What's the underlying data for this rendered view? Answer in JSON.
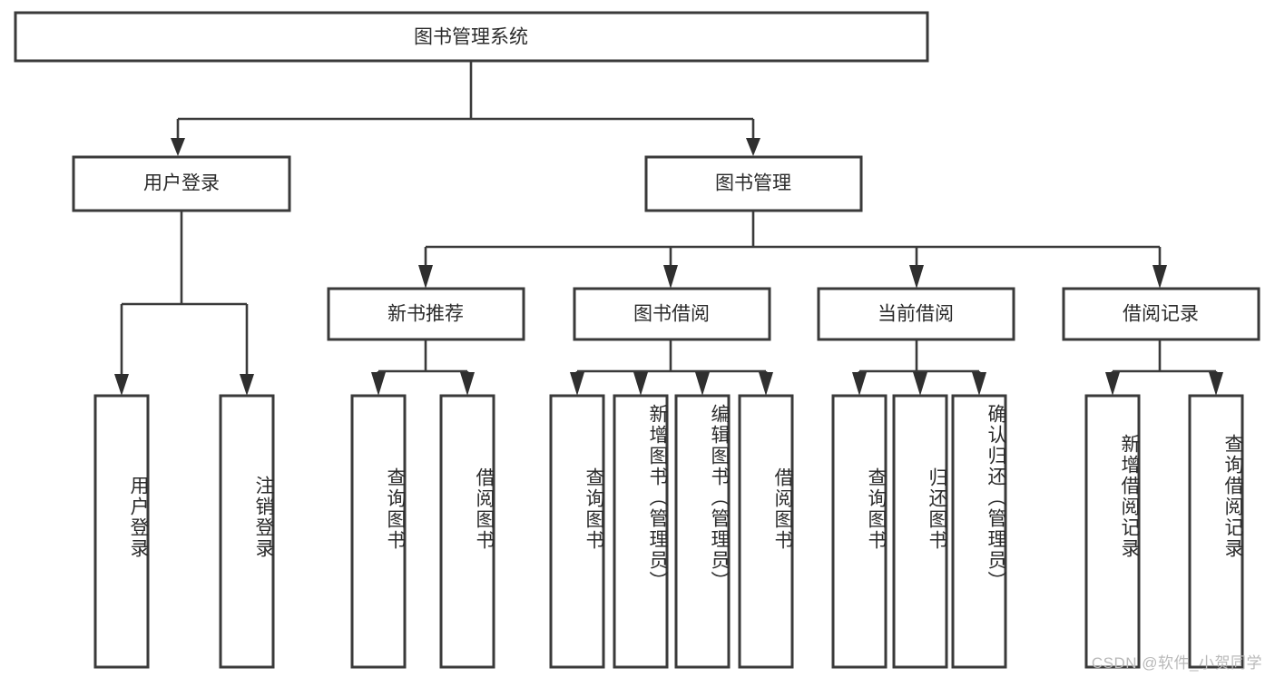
{
  "diagram": {
    "title": "图书管理系统",
    "type": "tree",
    "orientation": "top-down",
    "colors": {
      "background": "#ffffff",
      "box_stroke": "#3a3a3a",
      "box_fill": "#ffffff",
      "connector": "#3a3a3a",
      "text": "#2b2b2b",
      "watermark": "#b9b9b9"
    },
    "levels": {
      "root": {
        "label": "图书管理系统",
        "text_orientation": "horizontal"
      },
      "level1": [
        {
          "id": "user-login",
          "label": "用户登录",
          "text_orientation": "horizontal"
        },
        {
          "id": "book-management",
          "label": "图书管理",
          "text_orientation": "horizontal"
        }
      ],
      "level2": [
        {
          "id": "new-book-recommend",
          "label": "新书推荐",
          "text_orientation": "horizontal",
          "parent": "book-management"
        },
        {
          "id": "book-borrow",
          "label": "图书借阅",
          "text_orientation": "horizontal",
          "parent": "book-management"
        },
        {
          "id": "current-borrow",
          "label": "当前借阅",
          "text_orientation": "horizontal",
          "parent": "book-management"
        },
        {
          "id": "borrow-record",
          "label": "借阅记录",
          "text_orientation": "horizontal",
          "parent": "book-management"
        }
      ],
      "leaves": [
        {
          "id": "leaf-user-login",
          "label": "用户登录",
          "parent": "user-login",
          "text_orientation": "vertical"
        },
        {
          "id": "leaf-logout-login",
          "label": "注销登录",
          "parent": "user-login",
          "text_orientation": "vertical"
        },
        {
          "id": "leaf-query-books-1",
          "label": "查询图书",
          "parent": "new-book-recommend",
          "text_orientation": "vertical"
        },
        {
          "id": "leaf-borrow-books-1",
          "label": "借阅图书",
          "parent": "new-book-recommend",
          "text_orientation": "vertical"
        },
        {
          "id": "leaf-query-books-2",
          "label": "查询图书",
          "parent": "book-borrow",
          "text_orientation": "vertical"
        },
        {
          "id": "leaf-add-book-admin",
          "label": "新增图书（管理员）",
          "parent": "book-borrow",
          "text_orientation": "vertical"
        },
        {
          "id": "leaf-edit-book-admin",
          "label": "编辑图书（管理员）",
          "parent": "book-borrow",
          "text_orientation": "vertical"
        },
        {
          "id": "leaf-borrow-books-2",
          "label": "借阅图书",
          "parent": "book-borrow",
          "text_orientation": "vertical"
        },
        {
          "id": "leaf-query-books-3",
          "label": "查询图书",
          "parent": "current-borrow",
          "text_orientation": "vertical"
        },
        {
          "id": "leaf-return-books",
          "label": "归还图书",
          "parent": "current-borrow",
          "text_orientation": "vertical"
        },
        {
          "id": "leaf-confirm-return-admin",
          "label": "确认归还（管理员）",
          "parent": "current-borrow",
          "text_orientation": "vertical"
        },
        {
          "id": "leaf-add-borrow-record",
          "label": "新增借阅记录",
          "parent": "borrow-record",
          "text_orientation": "vertical"
        },
        {
          "id": "leaf-query-borrow-record",
          "label": "查询借阅记录",
          "parent": "borrow-record",
          "text_orientation": "vertical"
        }
      ]
    }
  },
  "watermark": {
    "text": "CSDN @软件_小贺同学"
  }
}
